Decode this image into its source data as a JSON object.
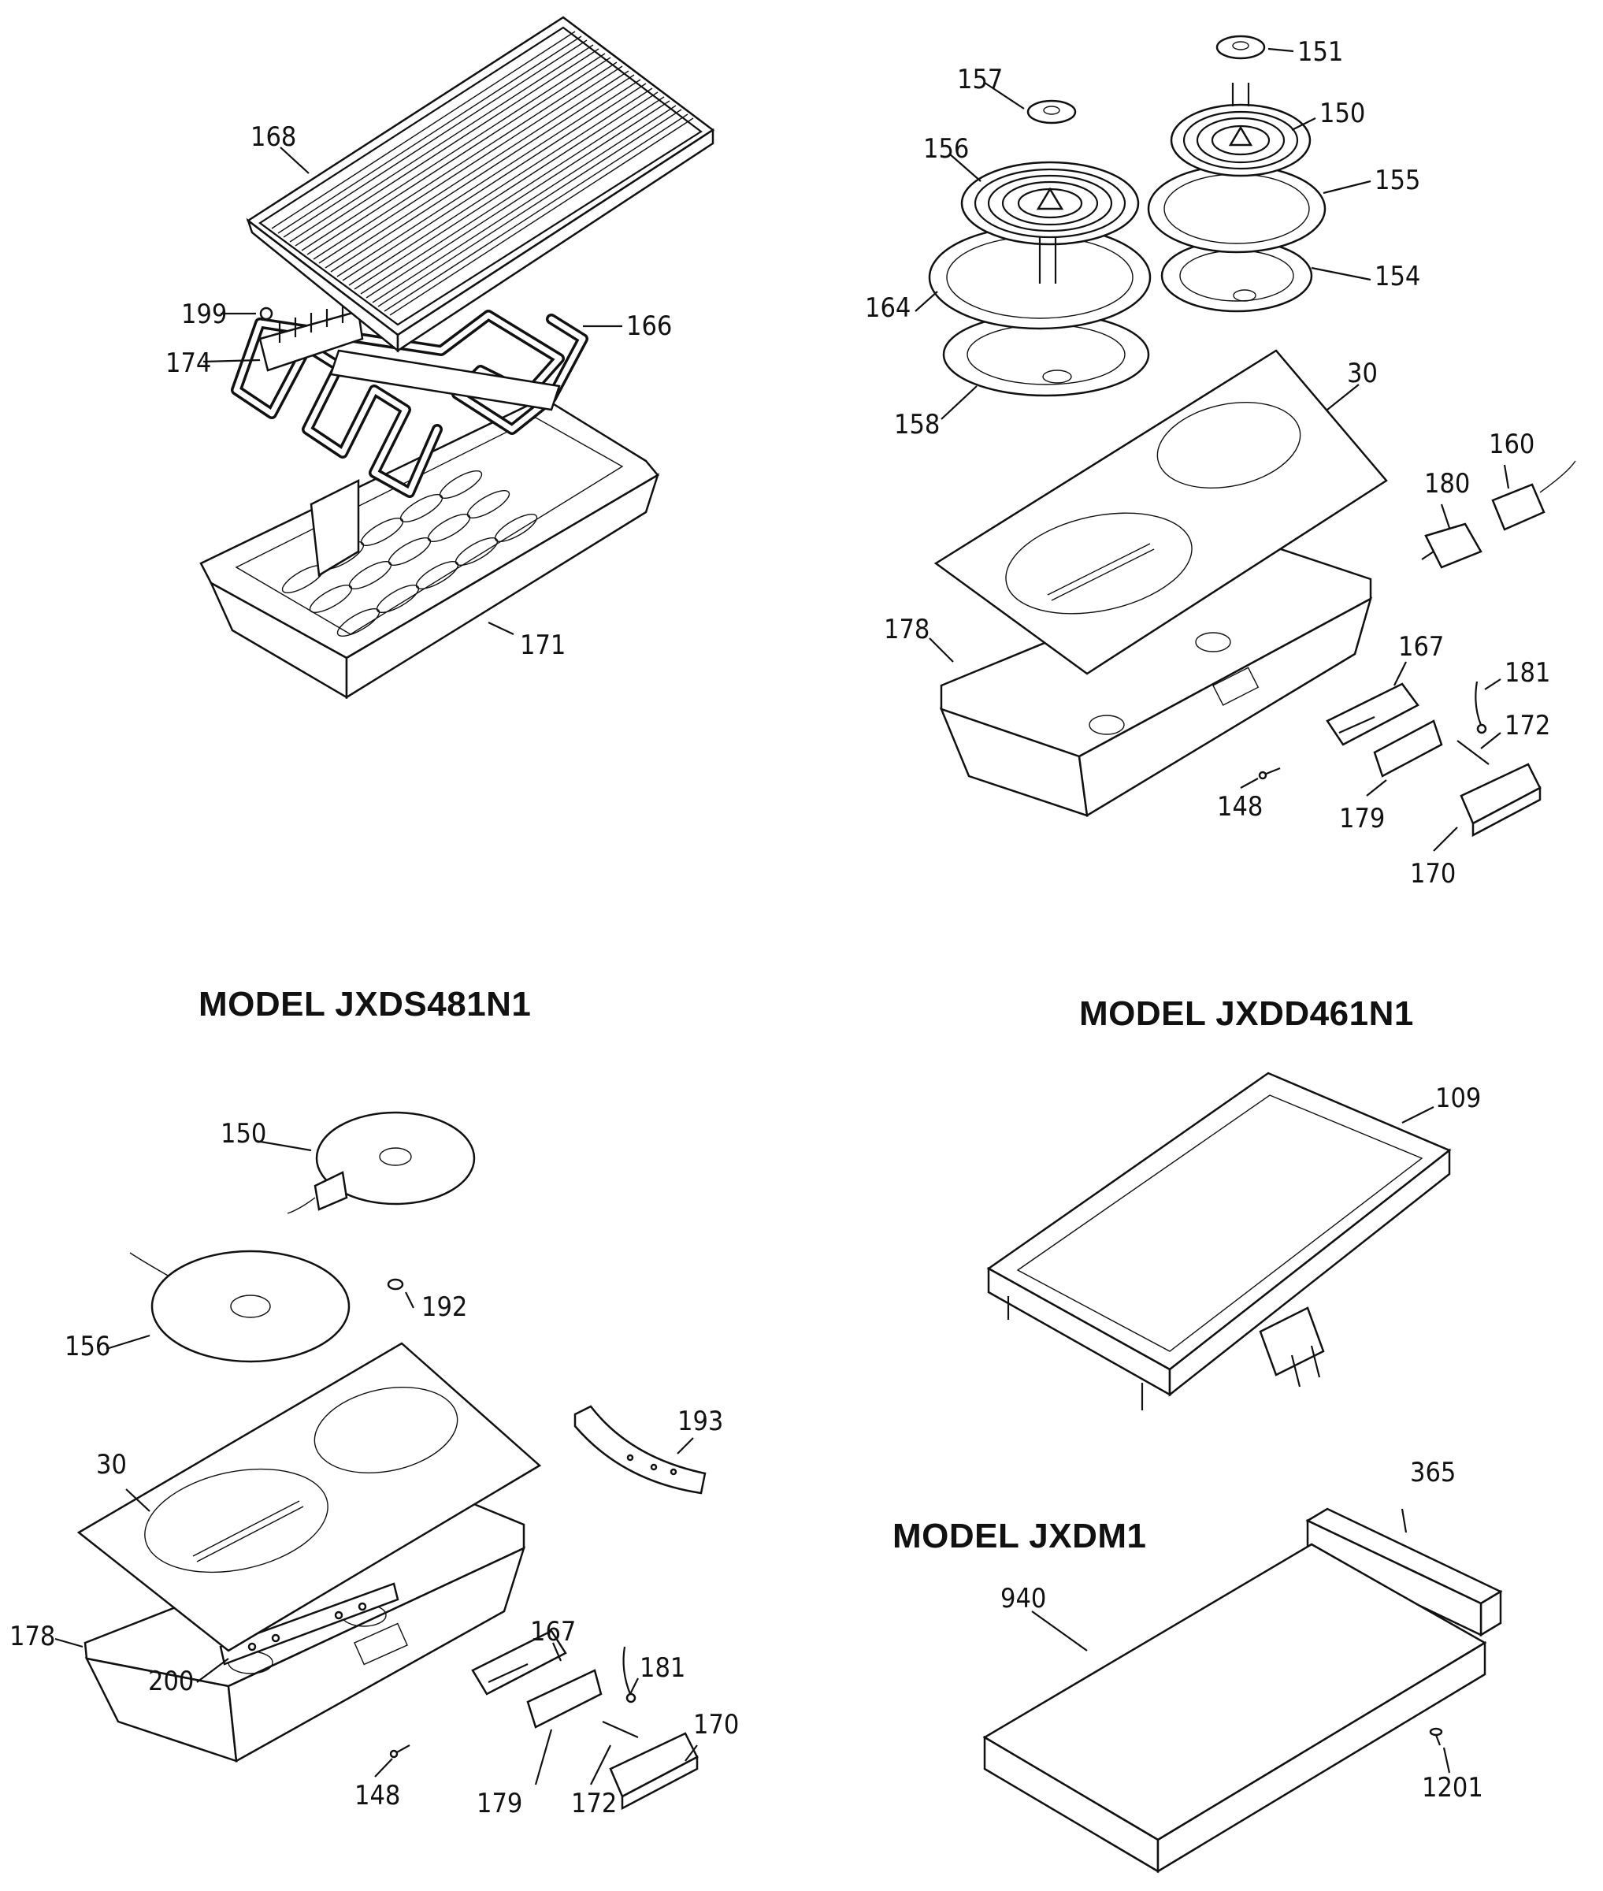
{
  "titles": {
    "jxds481n1": "MODEL JXDS481N1",
    "jxdd461n1": "MODEL JXDD461N1",
    "jxdm1": "MODEL JXDM1"
  },
  "callouts": {
    "grill": [
      "168",
      "199",
      "174",
      "166",
      "171"
    ],
    "coil_module": [
      "151",
      "157",
      "150",
      "156",
      "155",
      "154",
      "164",
      "158",
      "30",
      "180",
      "160",
      "178",
      "167",
      "181",
      "172",
      "148",
      "179",
      "170"
    ],
    "radiant_module": [
      "150",
      "192",
      "156",
      "193",
      "30",
      "178",
      "200",
      "167",
      "181",
      "170",
      "148",
      "179",
      "172"
    ],
    "griddle": [
      "109"
    ],
    "cover": [
      "365",
      "940",
      "1201"
    ]
  }
}
